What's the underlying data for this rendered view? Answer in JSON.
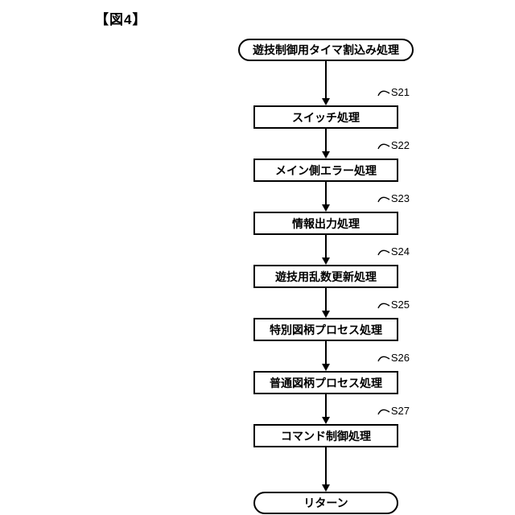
{
  "figure": {
    "title": "【図4】"
  },
  "flow": {
    "start_label": "遊技制御用タイマ割込み処理",
    "end_label": "リターン",
    "steps": [
      {
        "id": "S21",
        "label": "スイッチ処理"
      },
      {
        "id": "S22",
        "label": "メイン側エラー処理"
      },
      {
        "id": "S23",
        "label": "情報出力処理"
      },
      {
        "id": "S24",
        "label": "遊技用乱数更新処理"
      },
      {
        "id": "S25",
        "label": "特別図柄プロセス処理"
      },
      {
        "id": "S26",
        "label": "普通図柄プロセス処理"
      },
      {
        "id": "S27",
        "label": "コマンド制御処理"
      }
    ]
  }
}
